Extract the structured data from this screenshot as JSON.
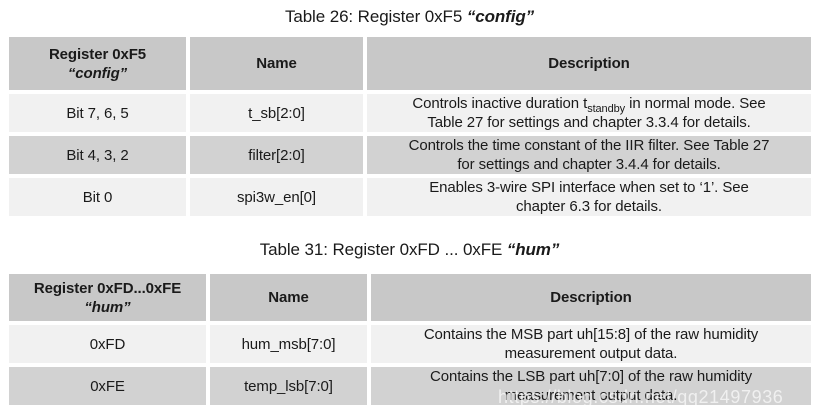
{
  "colors": {
    "header_bg": "#c8c8c8",
    "row_light_bg": "#f1f1f1",
    "row_dark_bg": "#d2d2d2",
    "gap": "#ffffff",
    "text": "#1a1a1a",
    "watermark": "rgba(255,255,255,0.66)"
  },
  "watermark": {
    "text": "https://blog.csdn.net/qq21497936"
  },
  "tables": [
    {
      "caption_prefix": "Table 26: Register 0xF5 ",
      "caption_name": "“config”",
      "header": {
        "col1_line1": "Register 0xF5",
        "col1_line2": "“config”",
        "col2": "Name",
        "col3": "Description"
      },
      "rows": [
        {
          "bits": "Bit 7, 6, 5",
          "name": "t_sb[2:0]",
          "desc_pre": "Controls inactive duration t",
          "desc_sub": "standby",
          "desc_post": " in normal mode. See\nTable 27 for settings and chapter 3.3.4 for details."
        },
        {
          "bits": "Bit 4, 3, 2",
          "name": "filter[2:0]",
          "desc_pre": "Controls the time constant of the IIR filter. See Table 27\nfor settings and chapter 3.4.4 for details."
        },
        {
          "bits": "Bit 0",
          "name": "spi3w_en[0]",
          "desc_pre": "Enables 3-wire SPI interface when set to ‘1’. See\nchapter 6.3 for details."
        }
      ]
    },
    {
      "caption_prefix": "Table 31: Register 0xFD ... 0xFE ",
      "caption_name": "“hum”",
      "header": {
        "col1_line1": "Register 0xFD...0xFE",
        "col1_line2": "“hum”",
        "col2": "Name",
        "col3": "Description"
      },
      "rows": [
        {
          "bits": "0xFD",
          "name": "hum_msb[7:0]",
          "desc_pre": "Contains the MSB part uh[15:8] of the raw humidity\nmeasurement output data."
        },
        {
          "bits": "0xFE",
          "name": "temp_lsb[7:0]",
          "desc_pre": "Contains the LSB part uh[7:0] of the raw humidity\nmeasurement output data."
        }
      ]
    }
  ]
}
